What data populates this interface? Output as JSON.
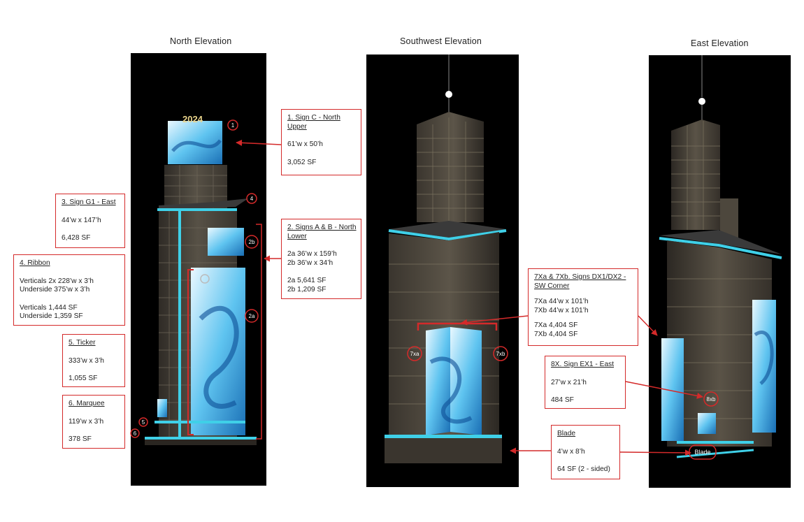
{
  "titles": {
    "north": "North Elevation",
    "southwest": "Southwest Elevation",
    "east": "East Elevation"
  },
  "signs": {
    "c": {
      "heading": "1. Sign C - North Upper",
      "dims": "61’w x 50’h",
      "area": "3,052 SF"
    },
    "ab": {
      "heading": "2. Signs A & B - North Lower",
      "l1": "2a 36’w x 159’h",
      "l2": "2b 36’w x 34’h",
      "l3": "2a 5,641 SF",
      "l4": "2b 1,209 SF"
    },
    "g1": {
      "heading": "3. Sign G1 - East",
      "dims": "44’w x 147’h",
      "area": "6,428 SF"
    },
    "ribbon": {
      "heading": "4. Ribbon",
      "l1": "Verticals 2x 228’w x 3’h",
      "l2": "Underside 375’w x 3’h",
      "l3": "Verticals 1,444 SF",
      "l4": "Underside 1,359 SF"
    },
    "ticker": {
      "heading": "5. Ticker",
      "dims": "333’w x 3’h",
      "area": "1,055 SF"
    },
    "marquee": {
      "heading": "6. Marquee",
      "dims": "119’w x 3’h",
      "area": "378 SF"
    },
    "dx": {
      "heading": "7Xa & 7Xb. Signs DX1/DX2 - SW Corner",
      "l1": "7Xa 44’w x 101’h",
      "l2": "7Xb 44’w x 101’h",
      "l3": "7Xa  4,404 SF",
      "l4": "7Xb 4,404 SF"
    },
    "ex1": {
      "heading": "8X. Sign EX1 - East",
      "dims": "27’w x 21’h",
      "area": "484 SF"
    },
    "blade": {
      "heading": "Blade",
      "dims": "4’w x 8’h",
      "area": "64 SF (2 - sided)"
    }
  },
  "markers": {
    "m1": "1",
    "m2a": "2a",
    "m2b": "2b",
    "m4": "4",
    "m5": "5",
    "m6": "6",
    "m7xa": "7xa",
    "m7xb": "7xb",
    "m8xb": "8xb",
    "blade": "Blade"
  },
  "billboard_year": "2024",
  "colors": {
    "callout": "#d42a2a",
    "glow": "#3fd0e8",
    "facade": "#4a453d",
    "panel": "#000000"
  }
}
